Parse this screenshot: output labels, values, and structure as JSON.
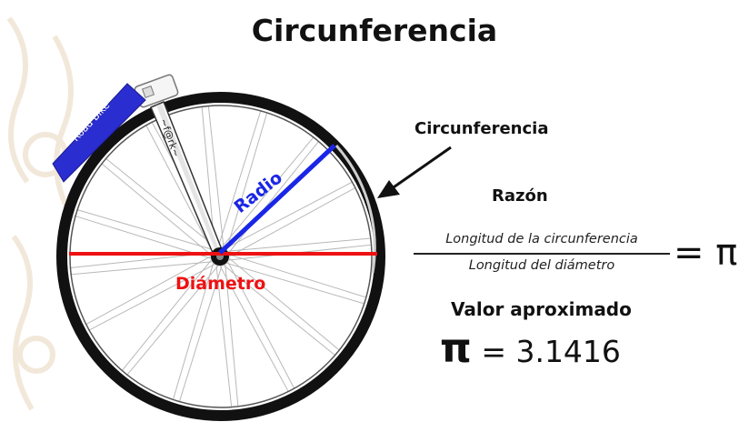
{
  "title": "Circunferencia",
  "diagram": {
    "label_circunferencia": "Circunferencia",
    "label_radio": "Radio",
    "label_diametro": "Diámetro",
    "bike_label": "Road Bike",
    "fork_label": "~f@rk~",
    "colors": {
      "radius": "#1a26e6",
      "diameter": "#ee1111",
      "tire": "#111111",
      "spokes": "#b8b8b8"
    }
  },
  "ratio": {
    "heading": "Razón",
    "numerator": "Longitud de la circunferencia",
    "denominator": "Longitud del diámetro",
    "equals": "= π"
  },
  "approx": {
    "heading": "Valor aproximado",
    "pi_symbol": "π",
    "value": "= 3.1416"
  }
}
